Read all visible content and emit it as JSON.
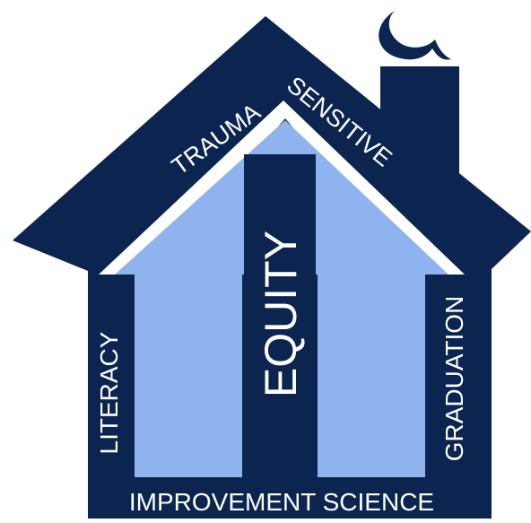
{
  "roof_label": {
    "left_text": "TRAUMA",
    "right_text": "SENSITIVE"
  },
  "center_pillar": {
    "text": "EQUITY"
  },
  "left_pillar": {
    "text": "LITERACY"
  },
  "right_pillar": {
    "text": "GRADUATION"
  },
  "foundation": {
    "text": "IMPROVEMENT SCIENCE"
  },
  "colors": {
    "navy": "#0c2550",
    "light_blue": "#8fb3ef",
    "white": "#ffffff"
  },
  "icons": [
    "moon-icon",
    "chimney-icon"
  ]
}
